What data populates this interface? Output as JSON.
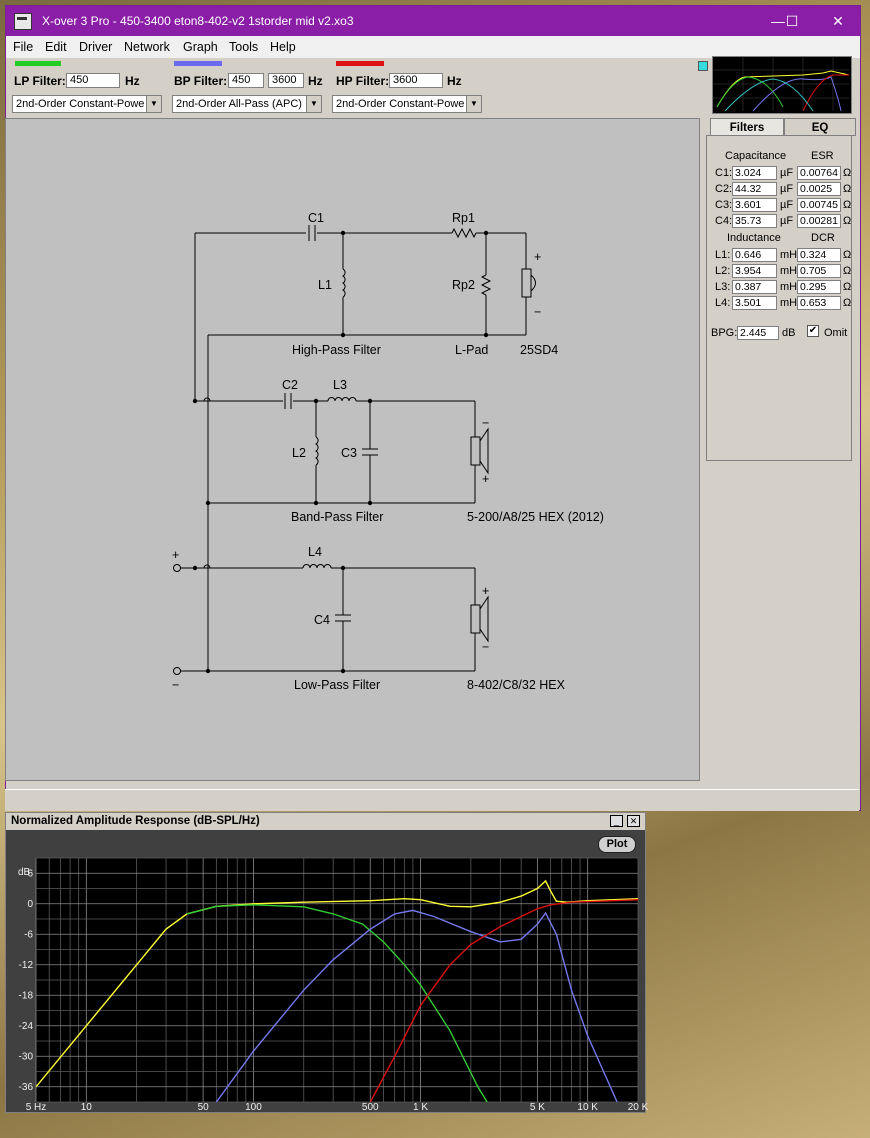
{
  "window": {
    "title": "X-over 3 Pro  -  450-3400 eton8-402-v2 1storder mid v2.xo3",
    "minimize": "—",
    "maximize": "☐",
    "close": "✕"
  },
  "menu": [
    "File",
    "Edit",
    "Driver",
    "Network",
    "Graph",
    "Tools",
    "Help"
  ],
  "toolbar": {
    "lp": {
      "label": "LP Filter:",
      "value": "450",
      "unit": "Hz",
      "type": "2nd-Order Constant-Powe",
      "color": "#22cc22"
    },
    "bp": {
      "label": "BP Filter:",
      "low": "450",
      "high": "3600",
      "unit": "Hz",
      "type": "2nd-Order All-Pass (APC)",
      "color": "#6a6aee"
    },
    "hp": {
      "label": "HP Filter:",
      "value": "3600",
      "unit": "Hz",
      "type": "2nd-Order Constant-Powe",
      "color": "#dd1111"
    }
  },
  "schematic": {
    "labels": {
      "C1": "C1",
      "Rp1": "Rp1",
      "L1": "L1",
      "Rp2": "Rp2",
      "hpf": "High-Pass Filter",
      "lpad": "L-Pad",
      "tweeter": "25SD4",
      "C2": "C2",
      "L3": "L3",
      "L2": "L2",
      "C3": "C3",
      "bpf": "Band-Pass Filter",
      "mid": "5-200/A8/25 HEX  (2012)",
      "L4": "L4",
      "C4": "C4",
      "lpf": "Low-Pass Filter",
      "woofer": "8-402/C8/32 HEX",
      "plus": "+",
      "minus": "−"
    }
  },
  "panel": {
    "tabs": [
      "Filters",
      "EQ"
    ],
    "cap_header": "Capacitance",
    "esr_header": "ESR",
    "capacitors": [
      {
        "name": "C1:",
        "value": "3.024",
        "unit": "µF",
        "esr": "0.00764",
        "esr_unit": "Ω"
      },
      {
        "name": "C2:",
        "value": "44.32",
        "unit": "µF",
        "esr": "0.0025",
        "esr_unit": "Ω"
      },
      {
        "name": "C3:",
        "value": "3.601",
        "unit": "µF",
        "esr": "0.00745",
        "esr_unit": "Ω"
      },
      {
        "name": "C4:",
        "value": "35.73",
        "unit": "µF",
        "esr": "0.00281",
        "esr_unit": "Ω"
      }
    ],
    "ind_header": "Inductance",
    "dcr_header": "DCR",
    "inductors": [
      {
        "name": "L1:",
        "value": "0.646",
        "unit": "mH",
        "dcr": "0.324",
        "dcr_unit": "Ω"
      },
      {
        "name": "L2:",
        "value": "3.954",
        "unit": "mH",
        "dcr": "0.705",
        "dcr_unit": "Ω"
      },
      {
        "name": "L3:",
        "value": "0.387",
        "unit": "mH",
        "dcr": "0.295",
        "dcr_unit": "Ω"
      },
      {
        "name": "L4:",
        "value": "3.501",
        "unit": "mH",
        "dcr": "0.653",
        "dcr_unit": "Ω"
      }
    ],
    "bpg_label": "BPG:",
    "bpg_value": "2.445",
    "bpg_unit": "dB",
    "omit_label": "Omit",
    "omit_checked": true
  },
  "amp": {
    "title": "Normalized Amplitude Response (dB-SPL/Hz)",
    "plot_button": "Plot",
    "min_btn": "_",
    "close_btn": "✕"
  },
  "chart_data": {
    "type": "line",
    "title": "Normalized Amplitude Response (dB-SPL/Hz)",
    "xscale": "log",
    "xlim": [
      5,
      20000
    ],
    "ylim": [
      -39,
      9
    ],
    "ylabel": "dB",
    "yticks": [
      6,
      0,
      -6,
      -12,
      -18,
      -24,
      -30,
      -36
    ],
    "xtick_labels": [
      {
        "v": 5,
        "t": "5 Hz"
      },
      {
        "v": 10,
        "t": "10"
      },
      {
        "v": 50,
        "t": "50"
      },
      {
        "v": 100,
        "t": "100"
      },
      {
        "v": 500,
        "t": "500"
      },
      {
        "v": 1000,
        "t": "1 K"
      },
      {
        "v": 5000,
        "t": "5 K"
      },
      {
        "v": 10000,
        "t": "10 K"
      },
      {
        "v": 20000,
        "t": "20 K"
      }
    ],
    "series": [
      {
        "color": "#ffff33",
        "points": [
          [
            5,
            -36
          ],
          [
            10,
            -24
          ],
          [
            20,
            -12
          ],
          [
            30,
            -5
          ],
          [
            40,
            -2
          ],
          [
            60,
            -0.5
          ],
          [
            100,
            0
          ],
          [
            200,
            0.3
          ],
          [
            500,
            0.6
          ],
          [
            800,
            1
          ],
          [
            1000,
            0.8
          ],
          [
            1500,
            -0.5
          ],
          [
            2000,
            -0.6
          ],
          [
            3000,
            0.3
          ],
          [
            4000,
            1.5
          ],
          [
            5000,
            3
          ],
          [
            5600,
            4.5
          ],
          [
            6000,
            2.5
          ],
          [
            6500,
            0.5
          ],
          [
            7500,
            0.3
          ],
          [
            10000,
            0.6
          ],
          [
            20000,
            1
          ]
        ]
      },
      {
        "color": "#33cc33",
        "points": [
          [
            40,
            -2
          ],
          [
            60,
            -0.5
          ],
          [
            100,
            -0.2
          ],
          [
            200,
            -0.6
          ],
          [
            300,
            -2
          ],
          [
            450,
            -4
          ],
          [
            600,
            -7.5
          ],
          [
            800,
            -12
          ],
          [
            1000,
            -16
          ],
          [
            1500,
            -25
          ],
          [
            2200,
            -36
          ],
          [
            2500,
            -39
          ]
        ]
      },
      {
        "color": "#7777ee",
        "points": [
          [
            60,
            -39
          ],
          [
            100,
            -29
          ],
          [
            200,
            -17
          ],
          [
            300,
            -11
          ],
          [
            500,
            -5
          ],
          [
            700,
            -2
          ],
          [
            900,
            -1.3
          ],
          [
            1200,
            -2.5
          ],
          [
            2000,
            -5.5
          ],
          [
            3000,
            -7.5
          ],
          [
            4000,
            -7
          ],
          [
            5000,
            -4
          ],
          [
            5600,
            -1.8
          ],
          [
            6500,
            -6
          ],
          [
            8000,
            -17
          ],
          [
            10000,
            -26
          ],
          [
            15000,
            -39
          ]
        ]
      },
      {
        "color": "#dd1111",
        "points": [
          [
            500,
            -39
          ],
          [
            700,
            -30
          ],
          [
            1000,
            -20
          ],
          [
            1500,
            -12
          ],
          [
            2000,
            -8
          ],
          [
            3000,
            -4.5
          ],
          [
            4000,
            -2.5
          ],
          [
            5000,
            -1
          ],
          [
            6000,
            -0.2
          ],
          [
            8000,
            0.3
          ],
          [
            20000,
            0.8
          ]
        ]
      }
    ]
  }
}
